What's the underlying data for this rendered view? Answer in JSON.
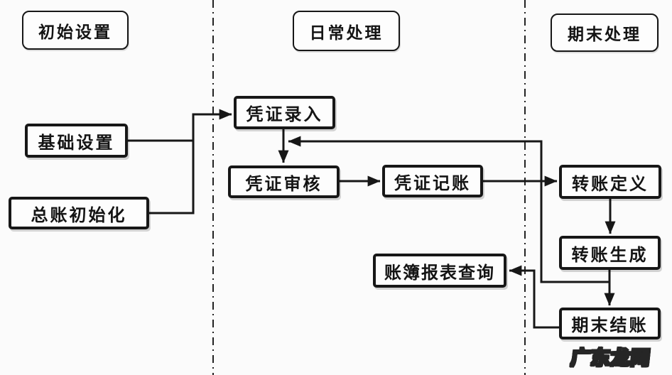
{
  "diagram": {
    "type": "flowchart",
    "language": "zh-CN",
    "columns": [
      {
        "id": "initial-setup",
        "label": "初始设置"
      },
      {
        "id": "daily-processing",
        "label": "日常处理"
      },
      {
        "id": "period-end-processing",
        "label": "期末处理"
      }
    ],
    "nodes": [
      {
        "id": "basic-settings",
        "label": "基础设置",
        "column": "initial-setup"
      },
      {
        "id": "ledger-init",
        "label": "总账初始化",
        "column": "initial-setup"
      },
      {
        "id": "voucher-entry",
        "label": "凭证录入",
        "column": "daily-processing"
      },
      {
        "id": "voucher-audit",
        "label": "凭证审核",
        "column": "daily-processing"
      },
      {
        "id": "voucher-posting",
        "label": "凭证记账",
        "column": "daily-processing"
      },
      {
        "id": "ledger-report-query",
        "label": "账簿报表查询",
        "column": "daily-processing"
      },
      {
        "id": "transfer-definition",
        "label": "转账定义",
        "column": "period-end-processing"
      },
      {
        "id": "transfer-generation",
        "label": "转账生成",
        "column": "period-end-processing"
      },
      {
        "id": "period-end-closing",
        "label": "期末结账",
        "column": "period-end-processing"
      }
    ],
    "edges": [
      {
        "from": "basic-settings",
        "to": "voucher-entry"
      },
      {
        "from": "ledger-init",
        "to": "voucher-entry"
      },
      {
        "from": "voucher-entry",
        "to": "voucher-audit"
      },
      {
        "from": "voucher-audit",
        "to": "voucher-posting"
      },
      {
        "from": "voucher-posting",
        "to": "transfer-definition"
      },
      {
        "from": "transfer-definition",
        "to": "transfer-generation"
      },
      {
        "from": "transfer-generation",
        "to": "period-end-closing"
      },
      {
        "from": "transfer-generation",
        "to": "voucher-entry",
        "note": "feedback arrow into the voucher entry/audit line"
      },
      {
        "from": "period-end-closing",
        "to": "ledger-report-query"
      }
    ],
    "separators": {
      "style": "vertical dash-dot",
      "count": 2
    },
    "watermark": "广东龙网",
    "colors": {
      "line": "#171717",
      "box_border": "#171717",
      "box_fill": "#fdfdfd",
      "background": "#fbfbfb",
      "watermark_fill": "#ffffff",
      "watermark_outline": "#262626"
    }
  }
}
